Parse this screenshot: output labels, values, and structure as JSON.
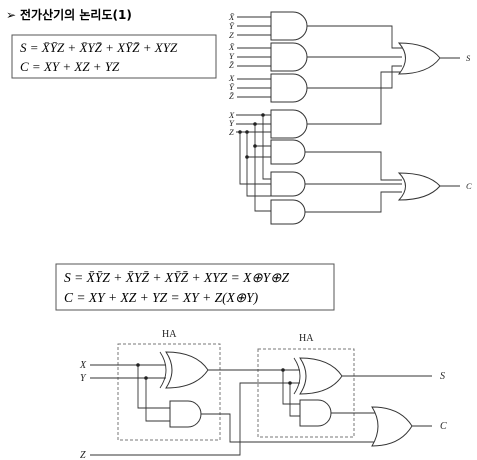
{
  "slide": {
    "title_arrow": "➢",
    "title": "전가산기의 논리도(1)",
    "eq_box1": {
      "s_eq": "S = X̄ȲZ + X̄YZ̄ + XȲZ̄ + XYZ",
      "c_eq": "C = XY + XZ + YZ"
    },
    "eq_box2": {
      "s_eq": "S = X̄ȲZ + X̄YZ̄ + XȲZ̄ + XYZ = X⊕Y⊕Z",
      "c_eq": "C = XY + XZ + YZ = XY + Z(X⊕Y)"
    }
  },
  "circuit1": {
    "and1_inputs": [
      "X̄",
      "Ȳ",
      "Z"
    ],
    "and2_inputs": [
      "X̄",
      "Y",
      "Z̄"
    ],
    "and3_inputs": [
      "X",
      "Ȳ",
      "Z̄"
    ],
    "and4_inputs": [
      "X",
      "Y",
      "Z"
    ],
    "s_output": "S",
    "c_output": "C"
  },
  "circuit2": {
    "ha_label": "HA",
    "inputs": [
      "X",
      "Y",
      "Z"
    ],
    "s_output": "S",
    "c_output": "C"
  }
}
